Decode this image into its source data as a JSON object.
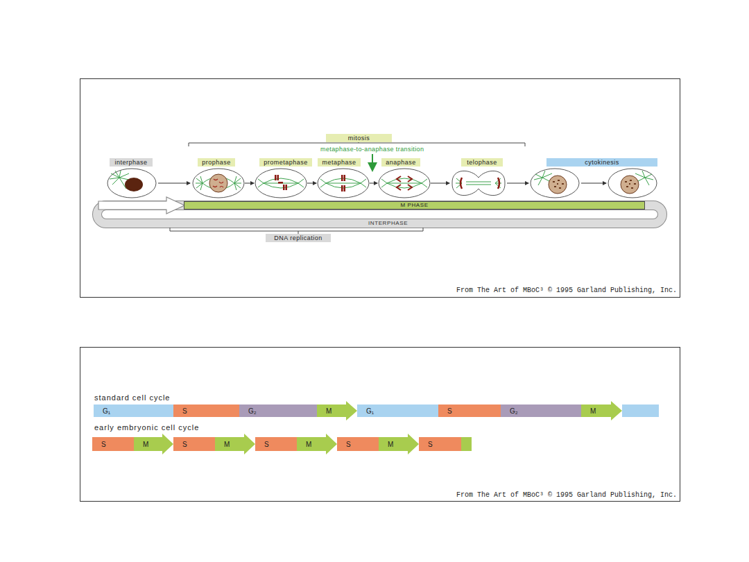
{
  "diagram": {
    "nodes": [
      {
        "text": [
          "mitosis"
        ]
      },
      {
        "text": [
          "interphase"
        ]
      },
      {
        "text": [
          "prophase"
        ]
      },
      {
        "text": [
          "prometaphase"
        ]
      },
      {
        "text": [
          "metaphase"
        ]
      },
      {
        "text": [
          "anaphase"
        ]
      },
      {
        "text": [
          "telophase"
        ]
      },
      {
        "text": [
          "cytokinesis"
        ]
      },
      {
        "text": [
          "M PHASE"
        ]
      },
      {
        "text": [
          "INTERPHASE"
        ]
      },
      {
        "text": [
          "DNA replication"
        ]
      },
      {
        "text": [
          "G₁"
        ]
      },
      {
        "text": [
          "S"
        ]
      },
      {
        "text": [
          "G₂"
        ]
      },
      {
        "text": [
          "M"
        ]
      },
      {
        "text": [
          "G₁"
        ]
      },
      {
        "text": [
          "S"
        ]
      },
      {
        "text": [
          "G₂"
        ]
      },
      {
        "text": [
          "M"
        ]
      },
      {
        "text": [
          "S"
        ]
      },
      {
        "text": [
          "M"
        ]
      },
      {
        "text": [
          "S"
        ]
      },
      {
        "text": [
          "M"
        ]
      },
      {
        "text": [
          "S"
        ]
      },
      {
        "text": [
          "M"
        ]
      },
      {
        "text": [
          "S"
        ]
      },
      {
        "text": [
          "M"
        ]
      },
      {
        "text": [
          "S"
        ]
      }
    ],
    "labels": [
      "metaphase-to-anaphase transition",
      "From The Art of MBoC³ © 1995 Garland Publishing, Inc.",
      "standard cell cycle",
      "early embryonic cell cycle",
      "From The Art of MBoC³ © 1995 Garland Publishing, Inc."
    ]
  }
}
